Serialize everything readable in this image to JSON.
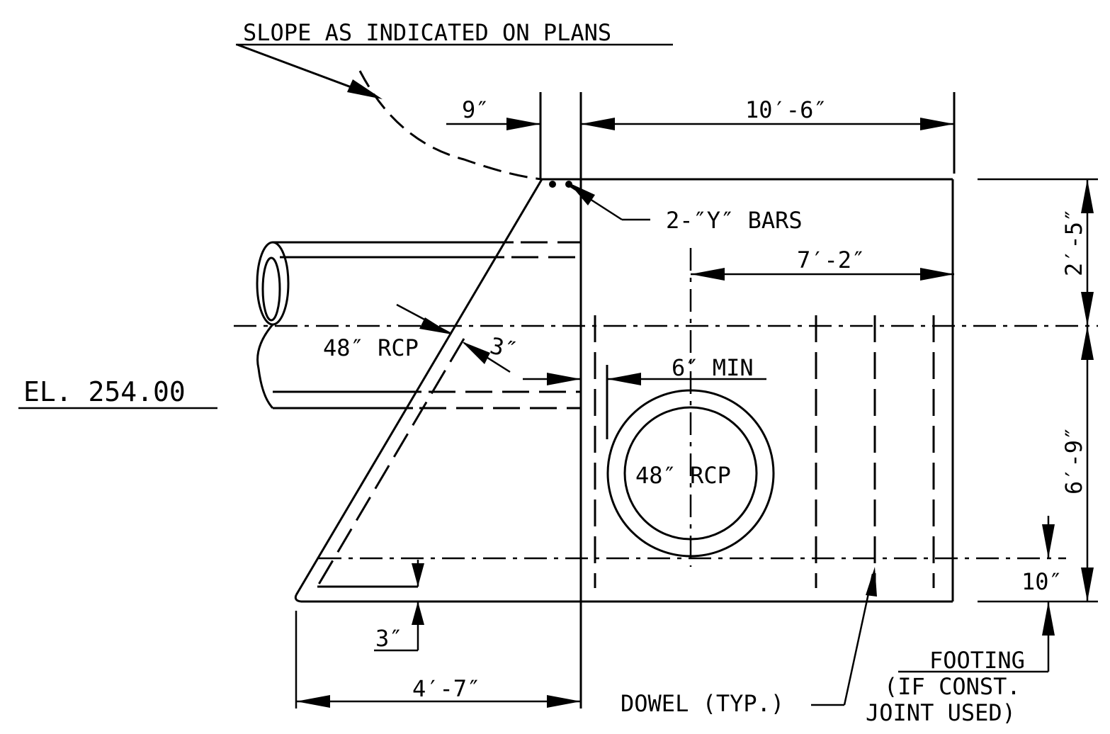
{
  "labels": {
    "slope_note": "SLOPE AS INDICATED ON PLANS",
    "dim_9in": "9″",
    "dim_10ft6in": "10′-6″",
    "y_bars": "2-″Y″ BARS",
    "dim_7ft2in": "7′-2″",
    "dim_2ft5in": "2′-5″",
    "pipe_left": "48″ RCP",
    "dim_3in_slope": "3″",
    "dim_6in_min": "6″ MIN",
    "elevation": "EL. 254.00",
    "pipe_center": "48″ RCP",
    "dim_6ft9in": "6′-9″",
    "dim_10in": "10″",
    "dim_3in_bottom": "3″",
    "dim_4ft7in": "4′-7″",
    "dowel": "DOWEL (TYP.)",
    "footing_line1": "FOOTING",
    "footing_line2": "(IF CONST.",
    "footing_line3": "JOINT USED)"
  }
}
